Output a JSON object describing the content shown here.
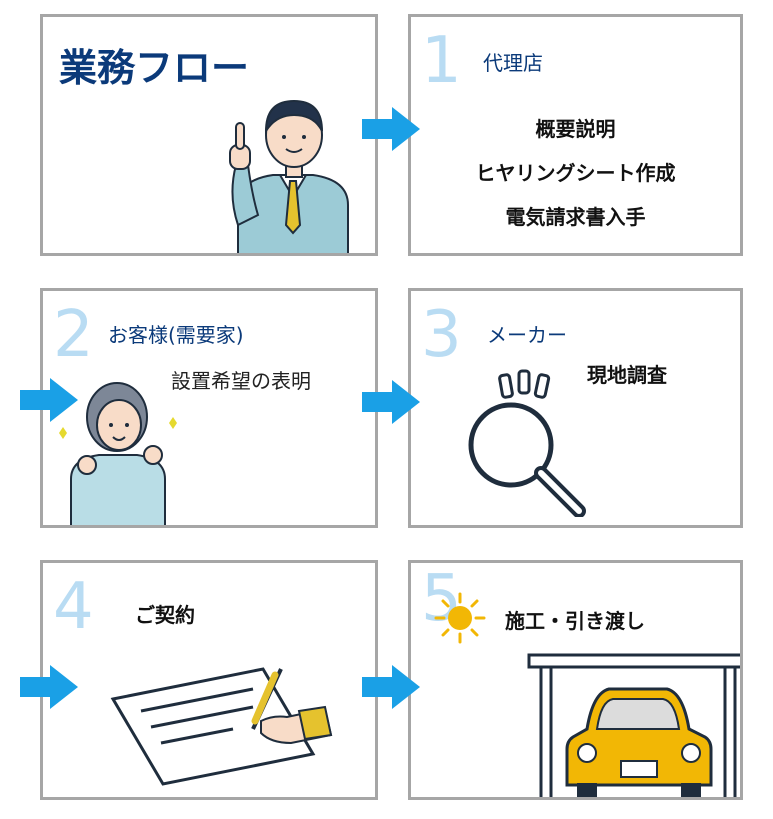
{
  "title": "業務フロー",
  "steps": [
    {
      "num": "1",
      "label": "代理店",
      "lines": [
        "概要説明",
        "ヒヤリングシート作成",
        "電気請求書入手"
      ]
    },
    {
      "num": "2",
      "label": "お客様(需要家)",
      "lines": [
        "設置希望の表明"
      ]
    },
    {
      "num": "3",
      "label": "メーカー",
      "lines": [
        "現地調査"
      ]
    },
    {
      "num": "4",
      "label": "ご契約",
      "lines": []
    },
    {
      "num": "5",
      "label": "施工・引き渡し",
      "lines": []
    }
  ],
  "colors": {
    "border": "#a6a6a6",
    "arrow": "#1aa0e6",
    "number": "#b9dcf3",
    "title": "#0b3a7a",
    "car": "#f2b705"
  },
  "icons": [
    "businessman-pointing-icon",
    "woman-cheering-icon",
    "magnifier-icon",
    "signing-contract-icon",
    "sun-icon",
    "car-in-garage-icon"
  ]
}
